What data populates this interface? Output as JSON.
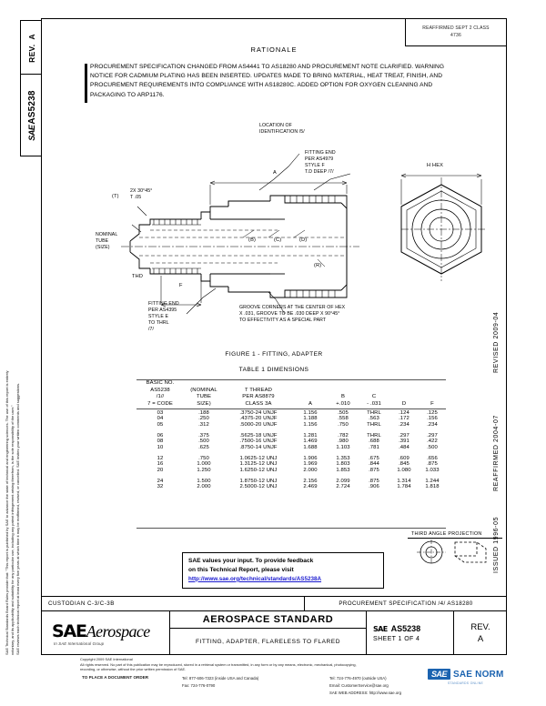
{
  "document": {
    "standard_number": "AS5238",
    "revision": "A",
    "rev_label": "REV.",
    "sae_prefix": "SAE"
  },
  "stamp": {
    "line1": "REAFFIRMED SEPT 2 CLASS",
    "line2": "4736"
  },
  "rationale": {
    "title": "RATIONALE",
    "body": "PROCUREMENT SPECIFICATION CHANGED FROM AS4441 TO AS18280 AND PROCUREMENT NOTE CLARIFIED. WARNING NOTICE FOR CADMIUM PLATING HAS BEEN INSERTED.  UPDATES MADE TO BRING MATERIAL, HEAT TREAT,  FINISH, AND PROCUREMENT REQUIREMENTS INTO COMPLIANCE WITH AS18280C.  ADDED OPTION FOR OXYGEN CLEANING AND PACKAGING TO ARP1176."
  },
  "left_legal": {
    "line1": "SAE Technical Standards Board Rules provide that: \"This report is published by SAE to advance the state of technical and engineering sciences. The use of this report is entirely",
    "line2": "voluntary, and its applicability and suitability for any particular use, including any patent infringement arising therefrom, is the sole responsibility of the user.\"",
    "line3": "SAE reviews each technical report at least every five years at which time it may be reaffirmed, revised, or cancelled. SAE invites your written comments and suggestions."
  },
  "right_dates": {
    "revised": "REVISED 2009-04",
    "reaffirmed": "REAFFIRMED 2004-07",
    "issued": "ISSUED 1996-05"
  },
  "drawing": {
    "notes": [
      {
        "id": "loc-ident",
        "text": "LOCATION OF\nIDENTIFICATION /5/"
      },
      {
        "id": "fitting-end-top",
        "text": "FITTING END\nPER AS4979\nSTYLE F\nT.D DEEP /7/"
      },
      {
        "id": "fitting-end-bot",
        "text": "FITTING END\nPER AS4395\nSTYLE E\nTO THRL\n/7/"
      },
      {
        "id": "groove-note",
        "text": "GROOVE CORNERS AT THE CENTER OF HEX\nX .031, GROOVE TO BE .030 DEEP X 90°45°\nTO EFFECTIVITY AS A SPECIAL PART"
      },
      {
        "id": "nominal-tube",
        "text": "NOMINAL\nTUBE\n(SIZE)"
      },
      {
        "id": "chamfer",
        "text": "2X 30°45°\nT .05"
      }
    ],
    "dims": [
      {
        "id": "dim-T",
        "text": "(T)"
      },
      {
        "id": "dim-A",
        "text": "A"
      },
      {
        "id": "dim-F",
        "text": "F"
      },
      {
        "id": "dim-H",
        "text": "H HEX"
      },
      {
        "id": "dim-B",
        "text": "(B)"
      },
      {
        "id": "dim-C",
        "text": "(C)"
      },
      {
        "id": "dim-D",
        "text": "(D)"
      },
      {
        "id": "dim-R",
        "text": "(R)"
      },
      {
        "id": "dim-thd",
        "text": "THD"
      }
    ],
    "figure_caption": "FIGURE 1 - FITTING, ADAPTER",
    "table_caption": "TABLE 1   DIMENSIONS"
  },
  "table": {
    "headers": [
      "BASIC NO.\nAS5238\n/1//\n7 = CODE",
      "(NOMINAL\nTUBE\nSIZE)",
      "T THREAD\nPER AS8879\nCLASS 3A",
      "A",
      "B\n+.010",
      "C\n- .031",
      "D",
      "F"
    ],
    "rows": [
      [
        "03",
        ".188",
        ".3750-24 UNJF",
        "1.156",
        ".505",
        "THRL",
        ".124",
        ".125"
      ],
      [
        "04",
        ".250",
        ".4375-20 UNJF",
        "1.188",
        ".558",
        ".563",
        ".172",
        ".156"
      ],
      [
        "05",
        ".312",
        ".5000-20 UNJF",
        "1.156",
        ".750",
        "THRL",
        ".234",
        ".234"
      ],
      [
        "GAP"
      ],
      [
        "06",
        ".375",
        ".5625-18 UNJF",
        "1.281",
        ".782",
        "THRL",
        ".297",
        ".297"
      ],
      [
        "08",
        ".500",
        ".7500-16 UNJF",
        "1.469",
        ".980",
        ".688",
        ".391",
        ".422"
      ],
      [
        "10",
        ".625",
        ".8750-14 UNJF",
        "1.688",
        "1.103",
        ".781",
        ".484",
        ".500"
      ],
      [
        "GAP"
      ],
      [
        "12",
        ".750",
        "1.0625-12 UNJ",
        "1.906",
        "1.353",
        ".675",
        ".609",
        ".656"
      ],
      [
        "16",
        "1.000",
        "1.3125-12 UNJ",
        "1.969",
        "1.803",
        ".844",
        ".845",
        ".875"
      ],
      [
        "20",
        "1.250",
        "1.6250-12 UNJ",
        "2.000",
        "1.853",
        ".875",
        "1.080",
        "1.033"
      ],
      [
        "GAP"
      ],
      [
        "24",
        "1.500",
        "1.8750-12 UNJ",
        "2.156",
        "2.099",
        ".875",
        "1.314",
        "1.244"
      ],
      [
        "32",
        "2.000",
        "2.5000-12 UNJ",
        "2.469",
        "2.724",
        ".906",
        "1.784",
        "1.818"
      ]
    ]
  },
  "feedback": {
    "line1": "SAE values your input. To provide feedback",
    "line2": "on this Technical Report, please visit",
    "link": "http://www.sae.org/technical/standards/AS5238A"
  },
  "projection": {
    "label": "THIRD ANGLE PROJECTION"
  },
  "custodian": {
    "left": "CUSTODIAN  C-3/C-3B",
    "right": "PROCUREMENT SPECIFICATION  /4/ AS18280"
  },
  "title_block": {
    "logo_sae": "SAE",
    "logo_aero": "Aerospace",
    "logo_sub": "In SAE International Group",
    "heading": "AEROSPACE STANDARD",
    "subheading": "FITTING, ADAPTER, FLARELESS TO FLARED",
    "doc_sae": "SAE",
    "doc_number": "AS5238",
    "sheet": "SHEET 1 OF 4",
    "rev_label": "REV.",
    "rev_value": "A"
  },
  "copyright": {
    "line1": "Copyright 2009 SAE International",
    "line2": "All rights reserved.  No part of this publication may be reproduced, stored in a retrieval system or transmitted, in any form or by any means, electronic, mechanical, photocopying,",
    "line3": "recording, or otherwise, without the prior written permission of SAE.",
    "order_label": "TO PLACE A DOCUMENT ORDER",
    "tel1": "Tel:  877-606-7323 (inside USA and Canada)",
    "tel2": "Tel:  724-776-4970 (outside USA)",
    "fax": "Fax:  724-776-0790",
    "email": "Email:  CustomerService@sae.org",
    "web_label": "SAE WEB ADDRESS:",
    "web_value": "http://www.sae.org"
  },
  "watermark": {
    "badge": "SAE",
    "text": "SAE NORM",
    "sub": "STANDARDS ONLINE"
  },
  "colors": {
    "link": "#1a1ad0",
    "watermark": "#1b63b0",
    "ink": "#000000"
  }
}
